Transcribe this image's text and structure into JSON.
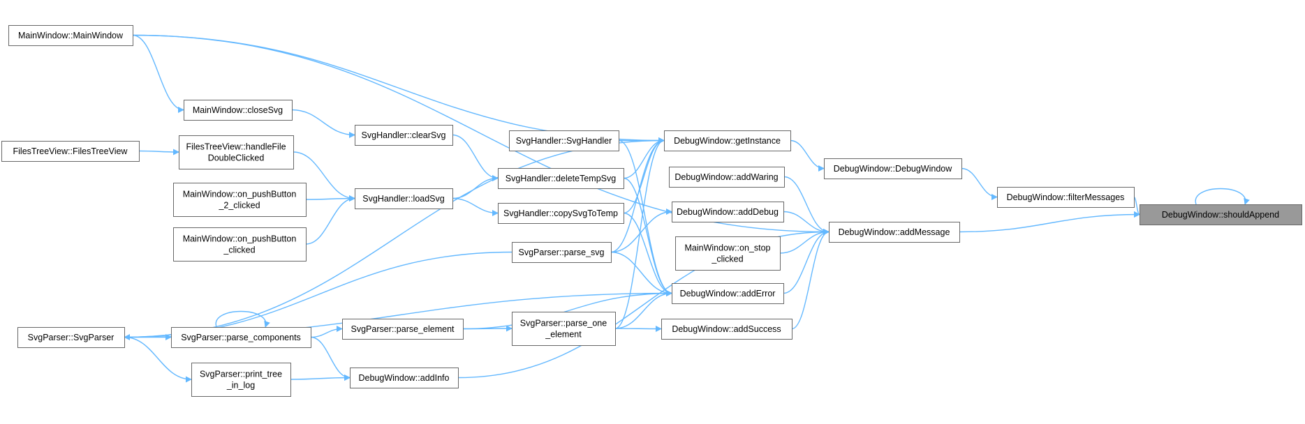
{
  "graph": {
    "title": "",
    "colors": {
      "edge": "#63b8ff",
      "node_border": "#666666",
      "node_fill": "#ffffff",
      "focus_fill": "#999999",
      "focus_border": "#666666",
      "text": "#000000"
    },
    "nodes": [
      {
        "id": "mw_mw",
        "lines": [
          "MainWindow::MainWindow"
        ]
      },
      {
        "id": "mw_close",
        "lines": [
          "MainWindow::closeSvg"
        ]
      },
      {
        "id": "ftv_ftv",
        "lines": [
          "FilesTreeView::FilesTreeView"
        ]
      },
      {
        "id": "ftv_handle",
        "lines": [
          "FilesTreeView::handleFile",
          "DoubleClicked"
        ]
      },
      {
        "id": "mw_push2",
        "lines": [
          "MainWindow::on_pushButton",
          "_2_clicked"
        ]
      },
      {
        "id": "mw_push",
        "lines": [
          "MainWindow::on_pushButton",
          "_clicked"
        ]
      },
      {
        "id": "sp_sp",
        "lines": [
          "SvgParser::SvgParser"
        ]
      },
      {
        "id": "sp_comp",
        "lines": [
          "SvgParser::parse_components"
        ]
      },
      {
        "id": "sp_print",
        "lines": [
          "SvgParser::print_tree",
          "_in_log"
        ]
      },
      {
        "id": "sh_clear",
        "lines": [
          "SvgHandler::clearSvg"
        ]
      },
      {
        "id": "sh_load",
        "lines": [
          "SvgHandler::loadSvg"
        ]
      },
      {
        "id": "sp_elem",
        "lines": [
          "SvgParser::parse_element"
        ]
      },
      {
        "id": "dw_info",
        "lines": [
          "DebugWindow::addInfo"
        ]
      },
      {
        "id": "sh_sh",
        "lines": [
          "SvgHandler::SvgHandler"
        ]
      },
      {
        "id": "sh_del",
        "lines": [
          "SvgHandler::deleteTempSvg"
        ]
      },
      {
        "id": "sh_copy",
        "lines": [
          "SvgHandler::copySvgToTemp"
        ]
      },
      {
        "id": "sp_svg",
        "lines": [
          "SvgParser::parse_svg"
        ]
      },
      {
        "id": "sp_one",
        "lines": [
          "SvgParser::parse_one",
          "_element"
        ]
      },
      {
        "id": "dw_inst",
        "lines": [
          "DebugWindow::getInstance"
        ]
      },
      {
        "id": "dw_waring",
        "lines": [
          "DebugWindow::addWaring"
        ]
      },
      {
        "id": "dw_debug",
        "lines": [
          "DebugWindow::addDebug"
        ]
      },
      {
        "id": "mw_stop",
        "lines": [
          "MainWindow::on_stop",
          "_clicked"
        ]
      },
      {
        "id": "dw_error",
        "lines": [
          "DebugWindow::addError"
        ]
      },
      {
        "id": "dw_success",
        "lines": [
          "DebugWindow::addSuccess"
        ]
      },
      {
        "id": "dw_dw",
        "lines": [
          "DebugWindow::DebugWindow"
        ]
      },
      {
        "id": "dw_msg",
        "lines": [
          "DebugWindow::addMessage"
        ]
      },
      {
        "id": "dw_filter",
        "lines": [
          "DebugWindow::filterMessages"
        ]
      },
      {
        "id": "dw_should",
        "lines": [
          "DebugWindow::shouldAppend"
        ],
        "focus": true
      }
    ],
    "edges": [
      [
        "mw_mw",
        "mw_close"
      ],
      [
        "mw_mw",
        "dw_inst"
      ],
      [
        "mw_mw",
        "dw_msg"
      ],
      [
        "mw_close",
        "sh_clear"
      ],
      [
        "sh_clear",
        "sh_del"
      ],
      [
        "ftv_ftv",
        "ftv_handle"
      ],
      [
        "ftv_handle",
        "sh_load"
      ],
      [
        "mw_push2",
        "sh_load"
      ],
      [
        "mw_push",
        "sh_load"
      ],
      [
        "sh_load",
        "sh_del"
      ],
      [
        "sh_load",
        "sh_copy"
      ],
      [
        "sh_del",
        "dw_inst"
      ],
      [
        "sh_del",
        "dw_error"
      ],
      [
        "sh_copy",
        "dw_inst"
      ],
      [
        "sh_copy",
        "dw_error"
      ],
      [
        "sh_sh",
        "dw_inst"
      ],
      [
        "sh_sh",
        "dw_error"
      ],
      [
        "sp_sp",
        "sp_comp"
      ],
      [
        "sp_sp",
        "sp_print"
      ],
      [
        "sp_sp",
        "dw_inst"
      ],
      [
        "sp_sp",
        "dw_error"
      ],
      [
        "sp_svg",
        "sp_sp"
      ],
      [
        "sp_svg",
        "dw_inst"
      ],
      [
        "sp_svg",
        "dw_debug"
      ],
      [
        "sp_svg",
        "dw_error"
      ],
      [
        "sp_comp",
        "sp_comp"
      ],
      [
        "sp_comp",
        "sp_elem"
      ],
      [
        "sp_comp",
        "dw_info"
      ],
      [
        "sp_print",
        "dw_info"
      ],
      [
        "sp_elem",
        "sp_one"
      ],
      [
        "sp_elem",
        "dw_error"
      ],
      [
        "sp_one",
        "dw_inst"
      ],
      [
        "sp_one",
        "dw_error"
      ],
      [
        "sp_one",
        "dw_success"
      ],
      [
        "dw_info",
        "dw_msg"
      ],
      [
        "dw_inst",
        "dw_dw"
      ],
      [
        "dw_waring",
        "dw_msg"
      ],
      [
        "dw_debug",
        "dw_msg"
      ],
      [
        "mw_stop",
        "dw_msg"
      ],
      [
        "dw_error",
        "dw_msg"
      ],
      [
        "dw_success",
        "dw_msg"
      ],
      [
        "dw_dw",
        "dw_filter"
      ],
      [
        "dw_filter",
        "dw_should"
      ],
      [
        "dw_msg",
        "dw_should"
      ],
      [
        "dw_should",
        "dw_should"
      ]
    ]
  }
}
